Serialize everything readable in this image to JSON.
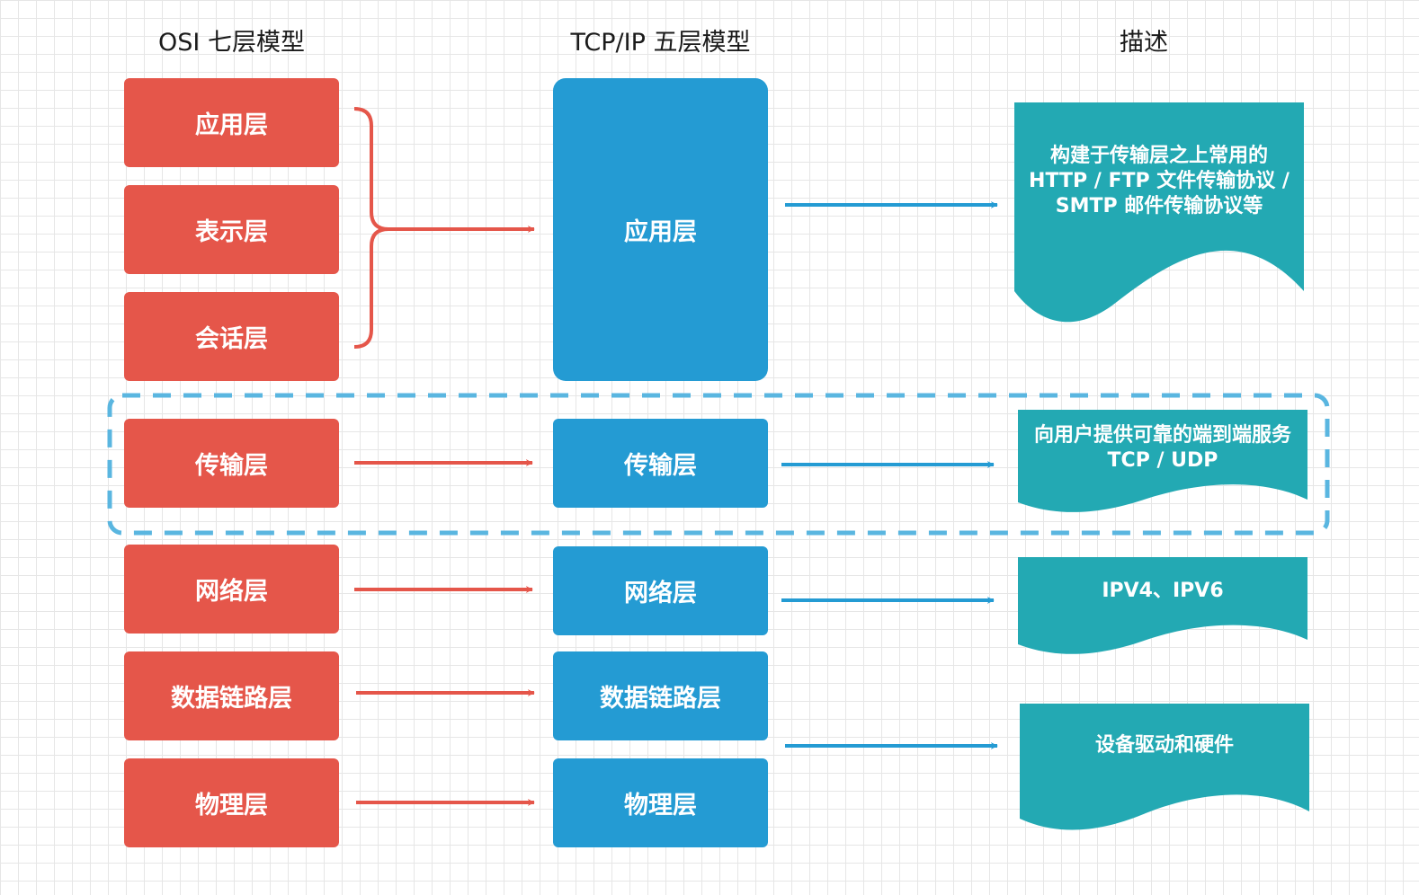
{
  "headers": {
    "osi": "OSI 七层模型",
    "tcpip": "TCP/IP 五层模型",
    "description": "描述"
  },
  "osi_layers": [
    "应用层",
    "表示层",
    "会话层",
    "传输层",
    "网络层",
    "数据链路层",
    "物理层"
  ],
  "tcpip_layers": [
    "应用层",
    "传输层",
    "网络层",
    "数据链路层",
    "物理层"
  ],
  "descriptions": [
    "构建于传输层之上常用的\nHTTP / FTP 文件传输协议 /\nSMTP 邮件传输协议等",
    "向用户提供可靠的端到端服务\nTCP / UDP",
    "IPV4、IPV6",
    "设备驱动和硬件"
  ],
  "colors": {
    "osi_layer": "#e5564a",
    "tcpip_layer": "#249bd3",
    "description": "#23a9b3",
    "highlight_border": "#5ab6e0",
    "red_arrow": "#e5564a",
    "blue_arrow": "#249bd3"
  }
}
